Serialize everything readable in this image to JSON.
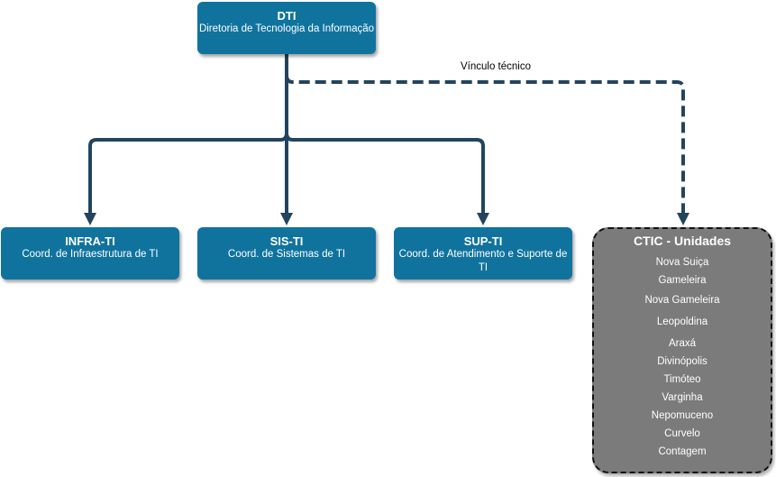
{
  "diagram": {
    "root": {
      "title": "DTI",
      "subtitle": "Diretoria de Tecnologia da Informação"
    },
    "children": [
      {
        "title": "INFRA-TI",
        "subtitle": "Coord. de Infraestrutura de TI"
      },
      {
        "title": "SIS-TI",
        "subtitle": "Coord. de Sistemas de TI"
      },
      {
        "title": "SUP-TI",
        "subtitle": "Coord. de Atendimento e Suporte de TI"
      }
    ],
    "link_label": "Vínculo técnico",
    "ctic": {
      "title": "CTIC - Unidades",
      "units": [
        "Nova Suiça",
        "Gameleira",
        "Nova Gameleira",
        "Leopoldina",
        "Araxá",
        "Divinópolis",
        "Timóteo",
        "Varginha",
        "Nepomuceno",
        "Curvelo",
        "Contagem"
      ]
    },
    "colors": {
      "box_fill": "#10739e",
      "connector": "#23445d",
      "ctic_fill": "#7b7b7b"
    }
  }
}
